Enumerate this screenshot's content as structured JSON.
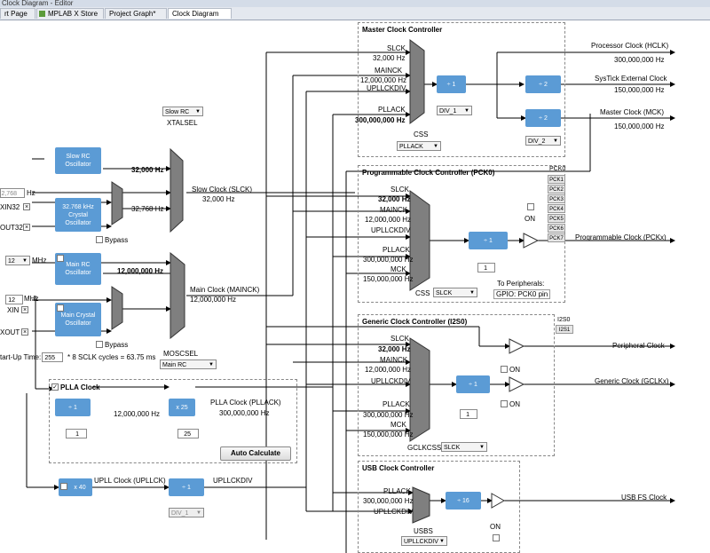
{
  "window": {
    "title": "Clock Diagram - Editor"
  },
  "tabs": [
    {
      "label": "rt Page"
    },
    {
      "label": "MPLAB X Store"
    },
    {
      "label": "Project Graph*"
    },
    {
      "label": "Clock Diagram"
    }
  ],
  "left": {
    "slow_rc_combo": "Slow RC",
    "xtalsel": "XTALSEL",
    "freq_32768_input": "2,768",
    "hz": "Hz",
    "xin32": "XIN32",
    "xout32": "OUT32",
    "slow_rc_osc": "Slow RC Oscillator",
    "crystal_32k": "32.768 kHz Crystal Oscillator",
    "hz_32000": "32,000 Hz",
    "hz_32768": "32,768 Hz",
    "bypass": "Bypass",
    "slow_clock_label": "Slow Clock (SLCK)",
    "slow_clock_value": "32,000 Hz",
    "mhz_12": "12",
    "mhz": "MHz",
    "main_rc_osc": "Main RC Oscillator",
    "hz_12m": "12,000,000 Hz",
    "main_mhz_12": "12",
    "main_mhz": "MHz",
    "xin": "XIN",
    "xout": "XOUT",
    "main_crystal": "Main Crystal Oscillator",
    "main_clock_label": "Main Clock (MAINCK)",
    "main_clock_value": "12,000,000 Hz",
    "startup_label": "tart-Up Time:",
    "startup_value": "255",
    "startup_note": "* 8 SCLK cycles = 63.75 ms",
    "moscsel": "MOSCSEL",
    "main_rc_combo": "Main RC"
  },
  "plla": {
    "title": "PLLA Clock",
    "div": "÷ 1",
    "div_value": "1",
    "freq_in": "12,000,000 Hz",
    "mul": "x  25",
    "mul_value": "25",
    "out_label": "PLLA Clock (PLLACK)",
    "out_value": "300,000,000 Hz",
    "auto_calc": "Auto Calculate"
  },
  "upll": {
    "mul": "x  40",
    "label": "UPLL Clock (UPLLCK)",
    "div": "÷ 1",
    "div_combo": "DIV_1",
    "out": "UPLLCKDIV"
  },
  "mcc": {
    "title": "Master Clock Controller",
    "slck": "SLCK",
    "slck_val": "32,000 Hz",
    "mainck": "MAINCK",
    "mainck_val": "12,000,000 Hz",
    "upllckdiv": "UPLLCKDIV",
    "pllack": "PLLACK",
    "pllack_val": "300,000,000 Hz",
    "css": "CSS",
    "css_combo": "PLLACK",
    "div1": "÷ 1",
    "div1_combo": "DIV_1",
    "div2a": "÷  2",
    "div2b": "÷  2",
    "div2_combo": "DIV_2",
    "hclk": "Processor Clock (HCLK)",
    "hclk_val": "300,000,000 Hz",
    "systick": "SysTick External Clock",
    "systick_val": "150,000,000 Hz",
    "mck": "Master Clock (MCK)",
    "mck_val": "150,000,000 Hz"
  },
  "pcc": {
    "title": "Programmable Clock Controller (PCK0)",
    "slck": "SLCK",
    "slck_val": "32,000 Hz",
    "mainck": "MAINCK",
    "mainck_val": "12,000,000 Hz",
    "upllckdiv": "UPLLCKDIV",
    "pllack": "PLLACK",
    "pllack_val": "300,000,000 Hz",
    "mck": "MCK",
    "mck_val": "150,000,000 Hz",
    "css": "CSS",
    "css_combo": "SLCK",
    "div": "÷ 1",
    "div_value": "1",
    "on": "ON",
    "out": "Programmable Clock (PCKx)",
    "to_periph": "To Peripherals:",
    "gpio": "GPIO: PCK0 pin",
    "tabs": [
      "PCK0",
      "PCK1",
      "PCK2",
      "PCK3",
      "PCK4",
      "PCK5",
      "PCK6",
      "PCK7"
    ]
  },
  "gcc": {
    "title": "Generic Clock Controller (I2S0)",
    "slck": "SLCK",
    "slck_val": "32,000 Hz",
    "mainck": "MAINCK",
    "mainck_val": "12,000,000 Hz",
    "upllckdiv": "UPLLCKDIV",
    "pllack": "PLLACK",
    "pllack_val": "300,000,000 Hz",
    "mck": "MCK",
    "mck_val": "150,000,000 Hz",
    "css": "GCLKCSS",
    "css_combo": "SLCK",
    "div": "÷ 1",
    "div_value": "1",
    "on1": "ON",
    "on2": "ON",
    "periph": "Peripheral Clock",
    "generic": "Generic Clock (GCLKx)",
    "tabs": [
      "I2S0",
      "I2S1"
    ]
  },
  "usb": {
    "title": "USB Clock Controller",
    "pllack": "PLLACK",
    "pllack_val": "300,000,000 Hz",
    "upllckdiv": "UPLLCKDIV",
    "usbs": "USBS",
    "usbs_combo": "UPLLCKDIV",
    "div": "÷  16",
    "on": "ON",
    "out": "USB FS Clock"
  },
  "colors": {
    "block": "#5b9bd5",
    "mux": "#7f7f7f",
    "dashed": "#888888"
  }
}
